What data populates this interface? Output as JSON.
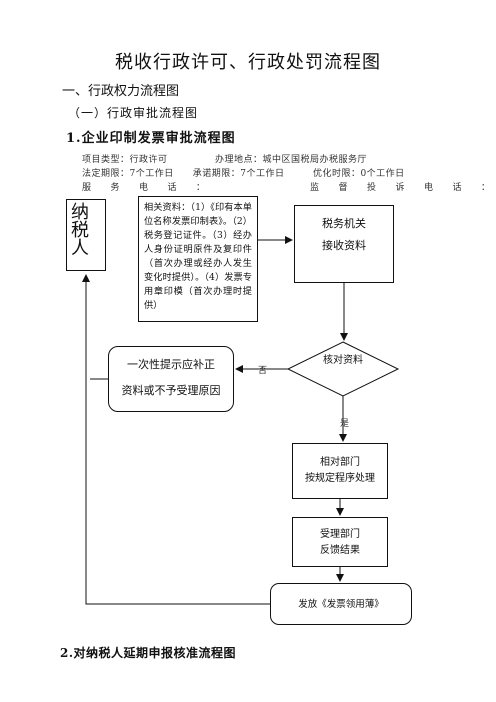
{
  "document": {
    "title": "税收行政许可、行政处罚流程图",
    "section_1": "一、行政权力流程图",
    "subsection_1": "（一）行政审批流程图",
    "item_1_heading": "1.企业印制发票审批流程图",
    "item_2_heading": "2.对纳税人延期申报核准流程图"
  },
  "info": {
    "line1": "项目类型：行政许可　　　　　办理地点：城中区国税局办税服务厅",
    "line2": "法定期限：7个工作日　　承诺期限：7个工作日　　　优化时限：0个工作日",
    "service_phone_label": "服　　务　　电　　话　　：",
    "supervision_phone_label": "监　　督　　投　　诉　　电　　话　　："
  },
  "flow": {
    "taxpayer": "纳税人",
    "materials": "相关资料：（1）《印有本单位名称发票印制表》。（2）税务登记证件。（3）经办人身份证明原件及复印件（首次办理或经办人发生变化时提供）。（4）发票专用章印模（首次办理时提供）",
    "receive_line1": "税务机关",
    "receive_line2": "接收资料",
    "check": "核对资料",
    "notify_line1": "一次性提示应补正",
    "notify_line2": "资料或不予受理原因",
    "no_label": "否",
    "yes_label": "是",
    "handle_line1": "相对部门",
    "handle_line2": "按规定程序处理",
    "feedback_line1": "受理部门",
    "feedback_line2": "反馈结果",
    "issue": "发放《发票领用薄》"
  }
}
